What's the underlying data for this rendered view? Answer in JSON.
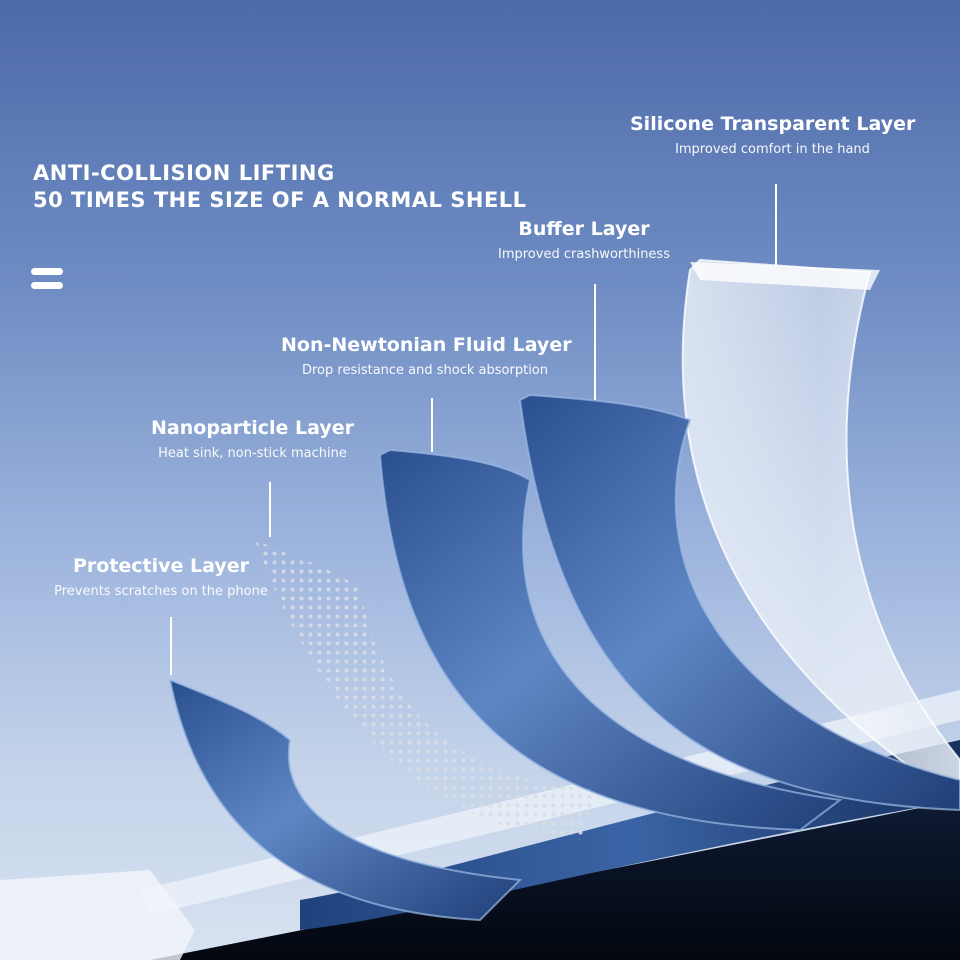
{
  "headline": {
    "line1": "ANTI-COLLISION LIFTING",
    "line2": "50 TIMES THE SIZE OF A NORMAL SHELL"
  },
  "layers": [
    {
      "title": "Silicone Transparent Layer",
      "desc": "Improved comfort in the hand"
    },
    {
      "title": "Buffer Layer",
      "desc": "Improved crashworthiness"
    },
    {
      "title": "Non-Newtonian Fluid Layer",
      "desc": "Drop resistance and shock absorption"
    },
    {
      "title": "Nanoparticle Layer",
      "desc": "Heat sink, non-stick machine"
    },
    {
      "title": "Protective Layer",
      "desc": "Prevents scratches on the phone"
    }
  ],
  "colors": {
    "layer_blue_dark": "#1f3f78",
    "layer_blue_light": "#5f86c4",
    "clear_layer": "#eef3f9"
  }
}
